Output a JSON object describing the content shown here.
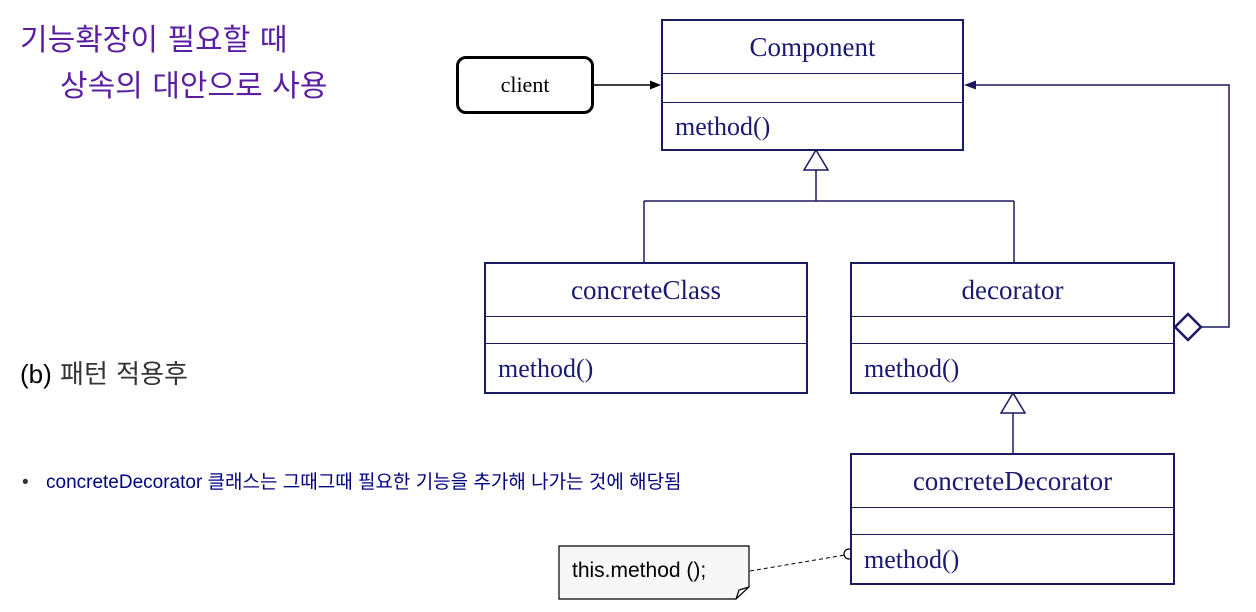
{
  "heading": {
    "line1": "기능확장이 필요할 때",
    "line2": "상속의 대안으로 사용"
  },
  "caption": {
    "prefix": "(b)",
    "text": " 패턴 적용후"
  },
  "bullet": {
    "dot": "•",
    "text": "concreteDecorator 클래스는 그때그때 필요한 기능을 추가해 나가는 것에 해당됨"
  },
  "client": {
    "label": "client"
  },
  "classes": {
    "component": {
      "name": "Component",
      "method": "method()"
    },
    "concrete_class": {
      "name": "concreteClass",
      "method": "method()"
    },
    "decorator": {
      "name": "decorator",
      "method": "method()"
    },
    "concrete_decorator": {
      "name": "concreteDecorator",
      "method": "method()"
    }
  },
  "note": {
    "text": "this.method ();"
  },
  "colors": {
    "heading": "#5a1fa0",
    "uml_text": "#1a1a70",
    "uml_line": "#1a1a60",
    "bullet_text": "#000080"
  }
}
